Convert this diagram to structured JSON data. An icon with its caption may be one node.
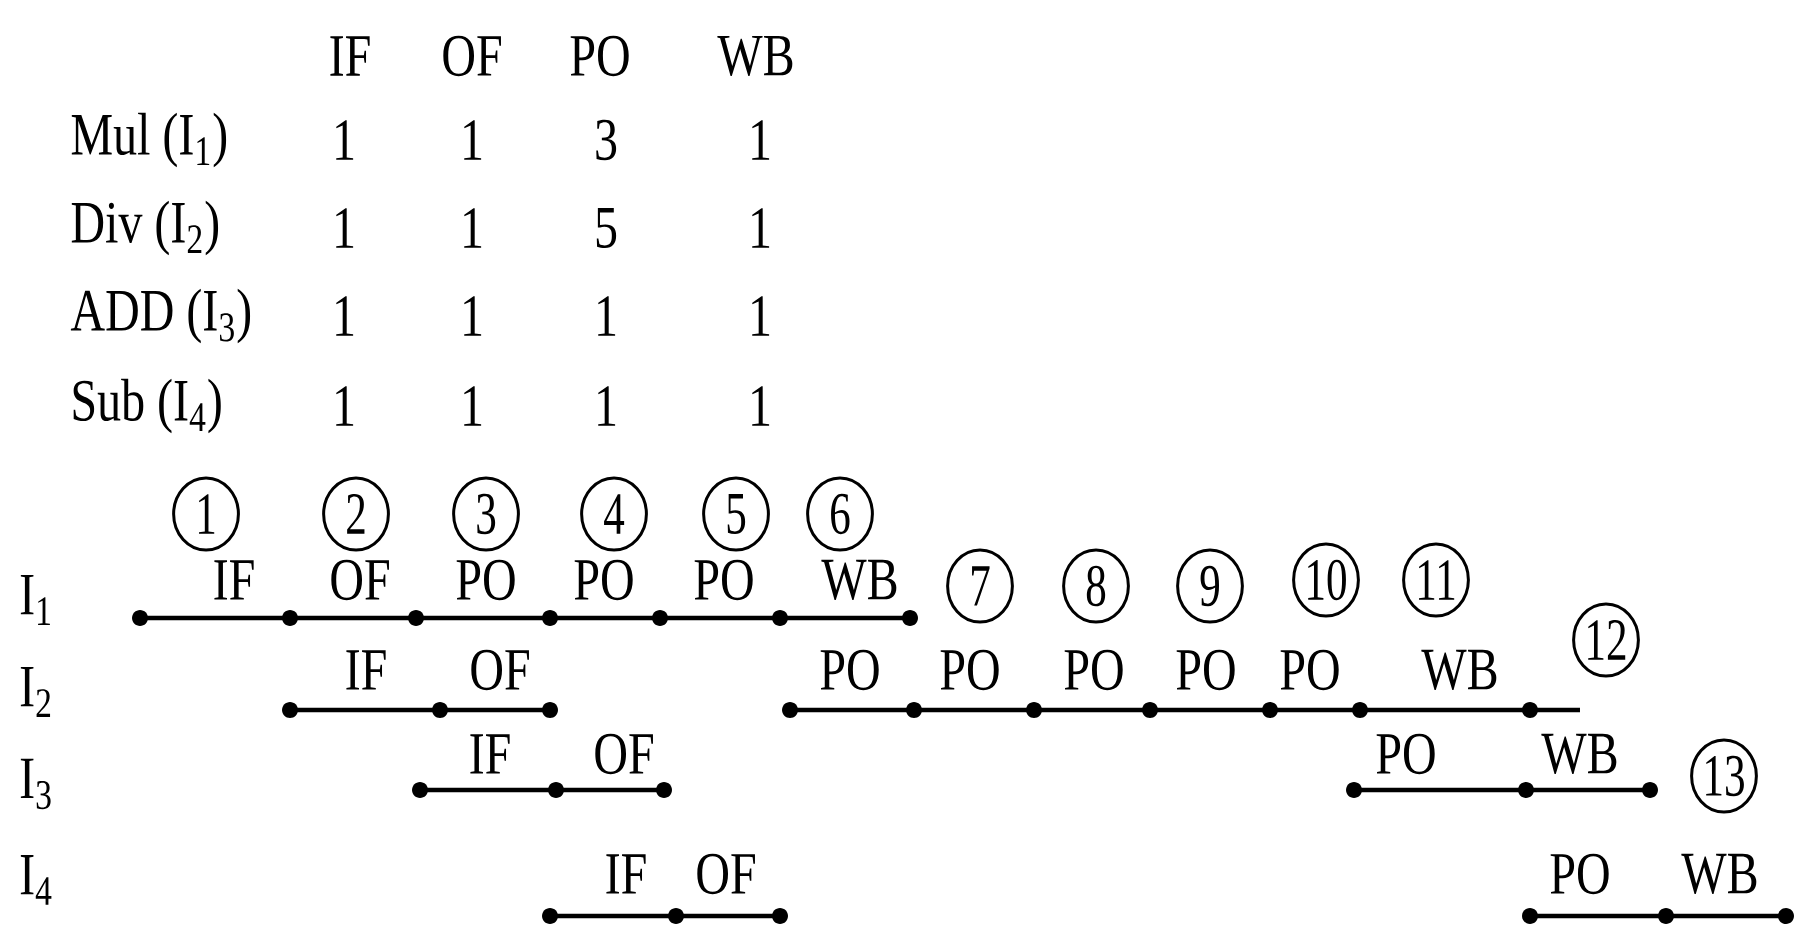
{
  "diagram": {
    "nodes": [
      {
        "text": [
          "1"
        ]
      },
      {
        "text": [
          "2"
        ]
      },
      {
        "text": [
          "3"
        ]
      },
      {
        "text": [
          "4"
        ]
      },
      {
        "text": [
          "5"
        ]
      },
      {
        "text": [
          "6"
        ]
      },
      {
        "text": [
          "7"
        ]
      },
      {
        "text": [
          "8"
        ]
      },
      {
        "text": [
          "9"
        ]
      },
      {
        "text": [
          "10"
        ]
      },
      {
        "text": [
          "11"
        ]
      },
      {
        "text": [
          "12"
        ]
      },
      {
        "text": [
          "13"
        ]
      }
    ],
    "labels": [
      "IF",
      "OF",
      "PO",
      "WB",
      "Mul (I$_{1}$)",
      "1",
      "1",
      "3",
      "1",
      "Div (I$_{2}$)",
      "1",
      "1",
      "5",
      "1",
      "ADD (I$_{3}$)",
      "1",
      "1",
      "1",
      "1",
      "Sub (I$_{4}$)",
      "1",
      "1",
      "1",
      "1",
      "I$_{1}$",
      "IF",
      "OF",
      "PO",
      "PO",
      "PO",
      "WB",
      "I$_{2}$",
      "IF",
      "OF",
      "PO",
      "PO",
      "PO",
      "PO",
      "PO",
      "WB",
      "I$_{3}$",
      "IF",
      "OF",
      "PO",
      "WB",
      "I$_{4}$",
      "IF",
      "OF",
      "PO",
      "WB"
    ]
  }
}
